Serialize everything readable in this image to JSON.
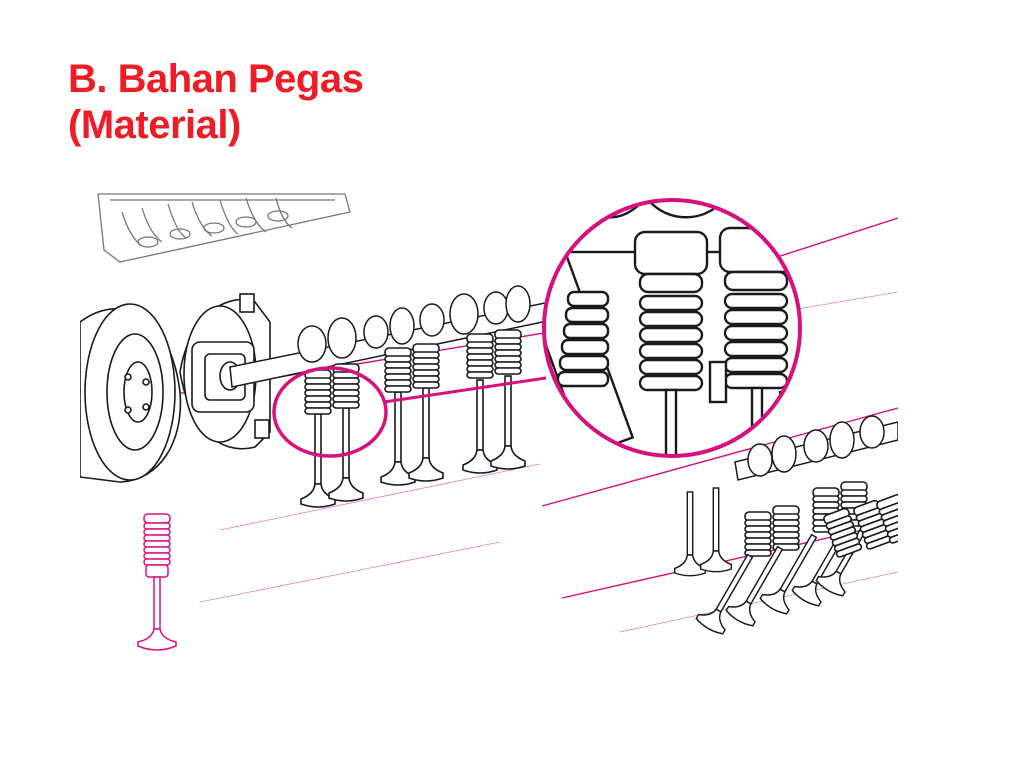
{
  "slide": {
    "title_line1": "B. Bahan Pegas",
    "title_line2": "(Material)"
  },
  "colors": {
    "title": "#ee1c25",
    "accent": "#d6117e",
    "line_art": "#1a1a1a",
    "background": "#ffffff"
  },
  "figure": {
    "subject": "valve-spring-assembly-illustration"
  }
}
